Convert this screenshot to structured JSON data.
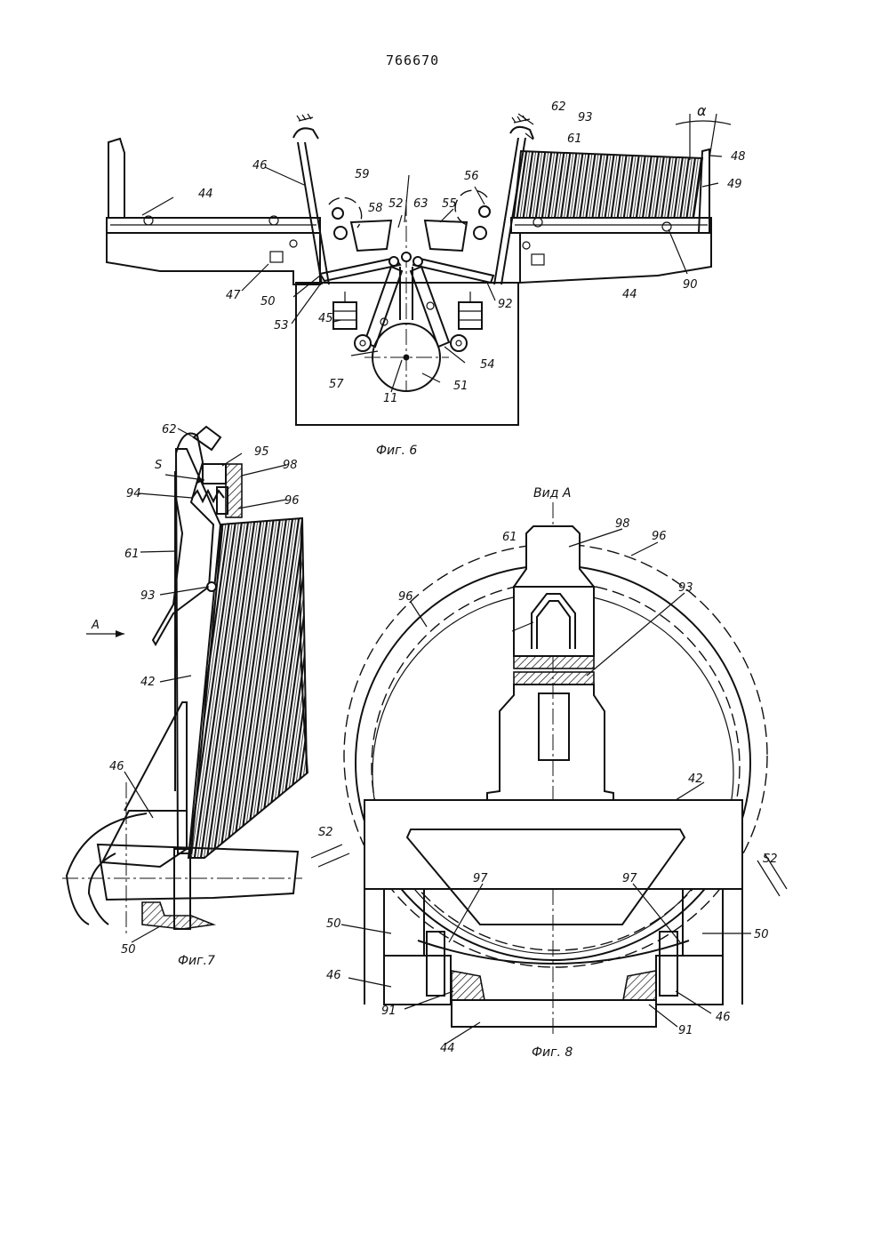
{
  "document": {
    "patent_number": "766670"
  },
  "figures": {
    "fig6": {
      "caption": "Фиг. 6",
      "labels": [
        "44",
        "46",
        "59",
        "58",
        "52",
        "63",
        "55",
        "56",
        "62",
        "93",
        "61",
        "α",
        "48",
        "49",
        "90",
        "44",
        "92",
        "54",
        "51",
        "11",
        "57",
        "45",
        "53",
        "50",
        "47"
      ]
    },
    "fig7": {
      "caption": "Фиг.7",
      "labels": [
        "62",
        "95",
        "98",
        "96",
        "S",
        "94",
        "61",
        "93",
        "A",
        "42",
        "46",
        "50"
      ]
    },
    "fig8": {
      "title": "Вид А",
      "caption": "Фиг. 8",
      "labels": [
        "61",
        "98",
        "96",
        "96",
        "93",
        "42",
        "S2",
        "S2",
        "97",
        "97",
        "50",
        "50",
        "46",
        "46",
        "91",
        "91",
        "44"
      ]
    }
  }
}
